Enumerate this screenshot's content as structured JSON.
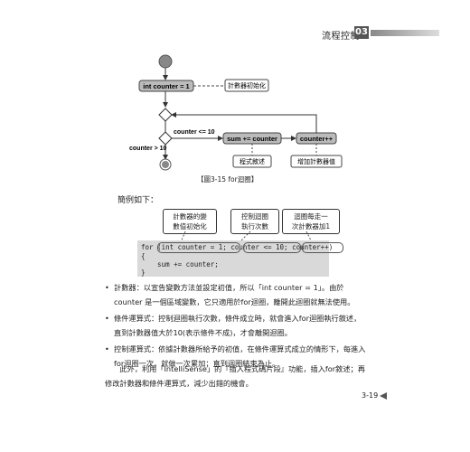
{
  "header": {
    "title": "流程控制",
    "chapter": "03"
  },
  "diagram": {
    "init": "int counter = 1",
    "init_note": "計數器初始化",
    "cond_true": "counter <= 10",
    "cond_false": "counter > 10",
    "body": "sum += counter",
    "update": "counter++",
    "body_note": "程式敘述",
    "update_note": "增加計數器值"
  },
  "caption": "【圖3-15 for迴圈】",
  "intro": "簡例如下：",
  "notes": {
    "a": "計數器的變\n數值初始化",
    "b": "控制迴圈\n執行次數",
    "c": "迴圈每走一\n次計數器加1"
  },
  "code": {
    "line1": "for (int counter = 1; counter <= 10; counter++)",
    "line2": "{",
    "line3": "    sum += counter;",
    "line4": "}"
  },
  "bullets": [
    "計數器：以宣告變數方法並設定初值，所以「int counter = 1」。由於counter 是一個區域變數，它只適用於for迴圈，離開此迴圈就無法使用。",
    "條件運算式：控制迴圈執行次數，條件成立時，就會進入for迴圈執行敘述，直到計數器值大於10(表示條件不成)，才會離開迴圈。",
    "控制運算式：依據計數器所給予的初值，在條件運算式成立的情形下，每進入for迴圈一次，就做一次累加；直到迴圈結束為止。"
  ],
  "paragraph": "此外，利用「IntelliSense」的『插入程式碼片段』功能，插入for敘述；再修改計數器和條件運算式，減少出錯的機會。",
  "page_number": "3-19"
}
